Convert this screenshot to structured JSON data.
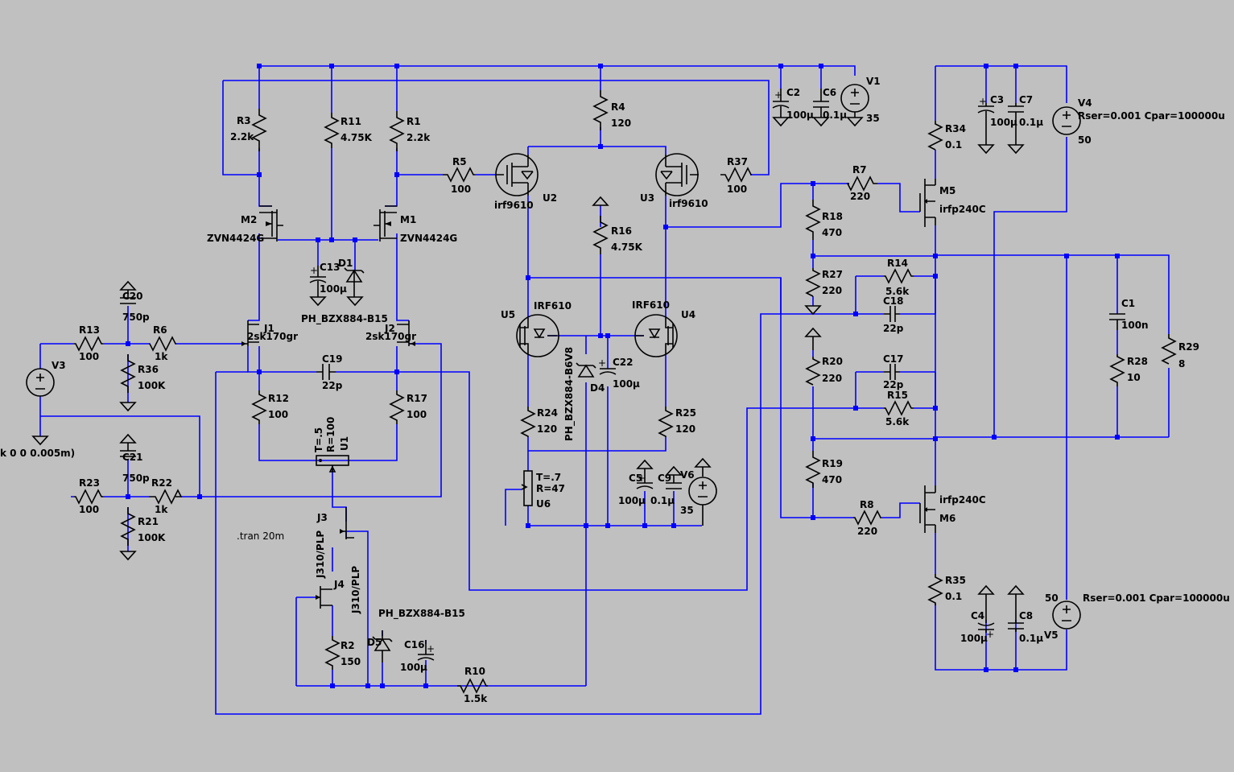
{
  "colors": {
    "background": "#c0c0c0",
    "wire": "#0000ff",
    "component": "#000000",
    "text": "#000000"
  },
  "components": {
    "R1": {
      "name": "R1",
      "value": "2.2k"
    },
    "R2": {
      "name": "R2",
      "value": "150"
    },
    "R3": {
      "name": "R3",
      "value": "2.2k"
    },
    "R4": {
      "name": "R4",
      "value": "120"
    },
    "R5": {
      "name": "R5",
      "value": "100"
    },
    "R6": {
      "name": "R6",
      "value": "1k"
    },
    "R7": {
      "name": "R7",
      "value": "220"
    },
    "R8": {
      "name": "R8",
      "value": "220"
    },
    "R10": {
      "name": "R10",
      "value": "1.5k"
    },
    "R11": {
      "name": "R11",
      "value": "4.75K"
    },
    "R12": {
      "name": "R12",
      "value": "100"
    },
    "R13": {
      "name": "R13",
      "value": "100"
    },
    "R14": {
      "name": "R14",
      "value": "5.6k"
    },
    "R15": {
      "name": "R15",
      "value": "5.6k"
    },
    "R16": {
      "name": "R16",
      "value": "4.75K"
    },
    "R17": {
      "name": "R17",
      "value": "100"
    },
    "R18": {
      "name": "R18",
      "value": "470"
    },
    "R19": {
      "name": "R19",
      "value": "470"
    },
    "R20": {
      "name": "R20",
      "value": "220"
    },
    "R21": {
      "name": "R21",
      "value": "100K"
    },
    "R22": {
      "name": "R22",
      "value": "1k"
    },
    "R23": {
      "name": "R23",
      "value": "100"
    },
    "R24": {
      "name": "R24",
      "value": "120"
    },
    "R25": {
      "name": "R25",
      "value": "120"
    },
    "R27": {
      "name": "R27",
      "value": "220"
    },
    "R28": {
      "name": "R28",
      "value": "10"
    },
    "R29": {
      "name": "R29",
      "value": "8"
    },
    "R34": {
      "name": "R34",
      "value": "0.1"
    },
    "R35": {
      "name": "R35",
      "value": "0.1"
    },
    "R36": {
      "name": "R36",
      "value": "100K"
    },
    "R37": {
      "name": "R37",
      "value": "100"
    },
    "C1": {
      "name": "C1",
      "value": "100n"
    },
    "C2": {
      "name": "C2",
      "value": "100µ"
    },
    "C3": {
      "name": "C3",
      "value": "100µ"
    },
    "C4": {
      "name": "C4",
      "value": "100µ"
    },
    "C5": {
      "name": "C5",
      "value": "100µ"
    },
    "C6": {
      "name": "C6",
      "value": "0.1µ"
    },
    "C7": {
      "name": "C7",
      "value": "0.1µ"
    },
    "C8": {
      "name": "C8",
      "value": "0.1µ"
    },
    "C9": {
      "name": "C9",
      "value": "0.1µ"
    },
    "C13": {
      "name": "C13",
      "value": "100µ"
    },
    "C16": {
      "name": "C16",
      "value": "100µ"
    },
    "C17": {
      "name": "C17",
      "value": "22p"
    },
    "C18": {
      "name": "C18",
      "value": "22p"
    },
    "C19": {
      "name": "C19",
      "value": "22p"
    },
    "C20": {
      "name": "C20",
      "value": "750p"
    },
    "C21": {
      "name": "C21",
      "value": "750p"
    },
    "C22": {
      "name": "C22",
      "value": "100µ"
    },
    "V1": {
      "name": "V1",
      "value": "35"
    },
    "V6": {
      "name": "V6",
      "value": "35"
    },
    "V3": {
      "name": "V3"
    },
    "V4": {
      "name": "V4",
      "value": "50",
      "extra": "Rser=0.001 Cpar=100000u"
    },
    "V5": {
      "name": "V5",
      "value": "50",
      "extra": "Rser=0.001 Cpar=100000u"
    },
    "M1": {
      "name": "M1",
      "value": "ZVN4424G"
    },
    "M2": {
      "name": "M2",
      "value": "ZVN4424G"
    },
    "M5": {
      "name": "M5",
      "value": "irfp240C"
    },
    "M6": {
      "name": "M6",
      "value": "irfp240C"
    },
    "U2": {
      "name": "U2",
      "value": "irf9610"
    },
    "U3": {
      "name": "U3",
      "value": "irf9610"
    },
    "U4": {
      "name": "U4",
      "value": "IRF610"
    },
    "U5": {
      "name": "U5",
      "value": "IRF610"
    },
    "J1": {
      "name": "J1",
      "value": "2sk170gr"
    },
    "J2": {
      "name": "J2",
      "value": "2sk170gr"
    },
    "J3": {
      "name": "J3",
      "value": "J310/PLP"
    },
    "J4": {
      "name": "J4",
      "value": "J310/PLP"
    },
    "D1": {
      "name": "D1",
      "value": "PH_BZX884-B15"
    },
    "D4": {
      "name": "D4",
      "value": "PH_BZX884-B6V8"
    },
    "D5": {
      "name": "D5",
      "value": "PH_BZX884-B15"
    },
    "U1": {
      "name": "U1",
      "t": "T=.5",
      "r": "R=100"
    },
    "U6": {
      "name": "U6",
      "t": "T=.7",
      "r": "R=47"
    }
  },
  "directives": {
    "tran": ".tran 20m",
    "v3_source_fragment": "k 0 0 0.005m)"
  }
}
